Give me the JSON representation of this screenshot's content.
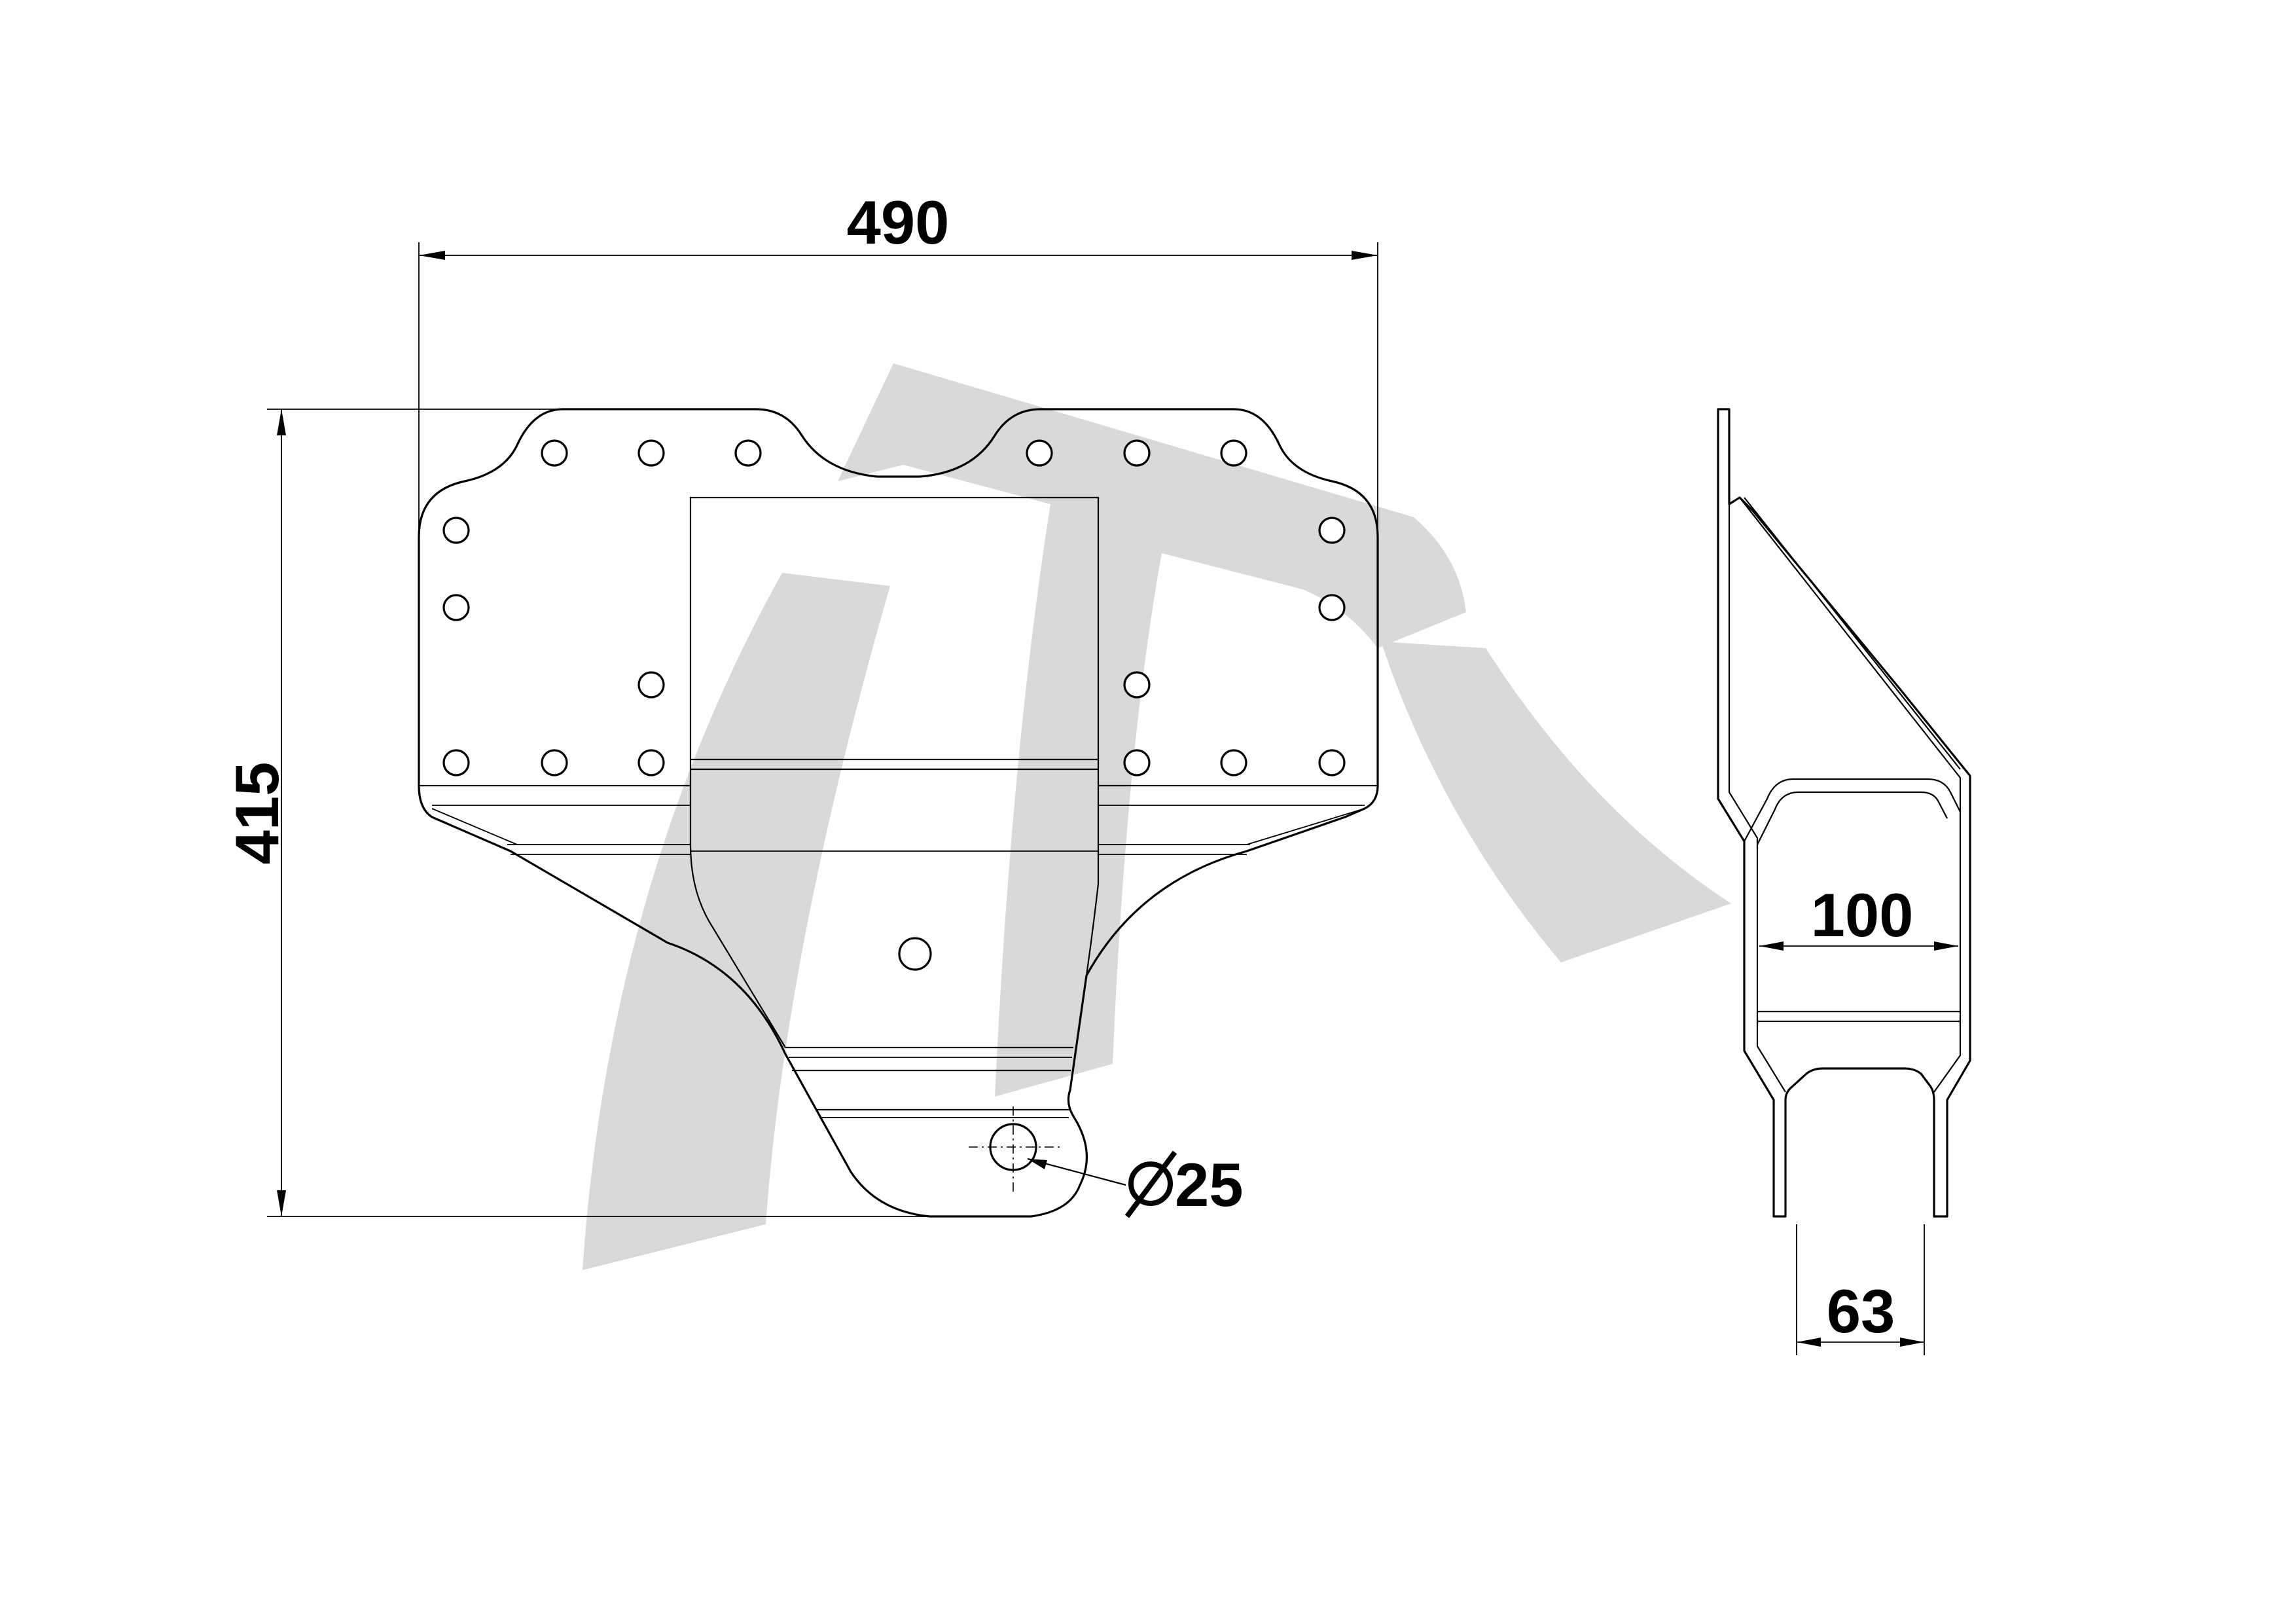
{
  "dimensions": {
    "overall_width": "490",
    "overall_height": "415",
    "hole_diameter": "25",
    "inner_width": "100",
    "bottom_gap": "63"
  },
  "colors": {
    "line": "#000000",
    "watermark": "#d9d9d9",
    "background": "#ffffff"
  },
  "symbols": {
    "diameter": "diameter-symbol"
  }
}
